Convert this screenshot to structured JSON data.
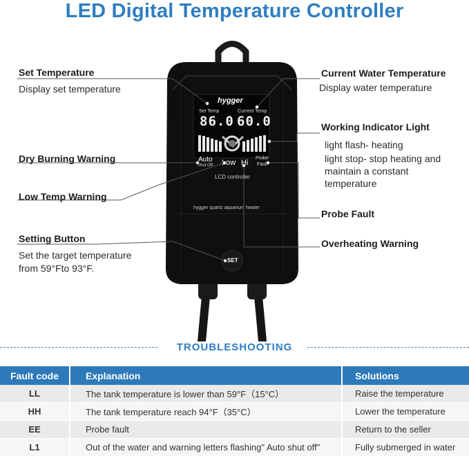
{
  "title": "LED Digital Temperature Controller",
  "callouts": {
    "set_temp": {
      "label": "Set Temperature",
      "desc": "Display set temperature"
    },
    "current_temp": {
      "label": "Current Water Temperature",
      "desc": "Display water temperature"
    },
    "working_light": {
      "label": "Working Indicator Light",
      "desc1": "light flash- heating",
      "desc2": "light stop- stop heating and",
      "desc3": "maintain a constant",
      "desc4": "temperature"
    },
    "dry_burn": {
      "label": "Dry Burning Warning"
    },
    "low_temp": {
      "label": "Low Temp Warning"
    },
    "probe_fault": {
      "label": "Probe Fault"
    },
    "setting_button": {
      "label": "Setting Button",
      "desc1": "Set the target temperature",
      "desc2": "from 59°Fto 93°F."
    },
    "overheating": {
      "label": "Overheating Warning"
    }
  },
  "device": {
    "brand": "hygger",
    "set_temp_label": "Set Temp",
    "current_temp_label": "Current Temp",
    "set_temp_value": "86.0",
    "current_temp_value": "60.0",
    "auto_label": "Auto",
    "shut_off_label": "Shut Off",
    "low_label": "Low",
    "hi_label": "Hi",
    "probe_label": "Probe",
    "fault_label": "Fault",
    "lcd_label": "LCD controller",
    "product_label": "hygger quartz aquarium heater",
    "set_button": "SET"
  },
  "troubleshooting": {
    "heading": "TROUBLESHOOTING",
    "columns": [
      "Fault code",
      "Explanation",
      "Solutions"
    ],
    "rows": [
      {
        "code": "LL",
        "explanation": "The tank temperature is lower than 59°F（15°C）",
        "solution": "Raise the temperature"
      },
      {
        "code": "HH",
        "explanation": "The tank temperature reach 94°F（35°C）",
        "solution": "Lower the temperature"
      },
      {
        "code": "EE",
        "explanation": "Probe fault",
        "solution": "Return to the seller"
      },
      {
        "code": "L1",
        "explanation": "Out of the water and warning letters flashing\" Auto shut off\"",
        "solution": "Fully submerged in water"
      }
    ]
  },
  "colors": {
    "accent": "#2f7ec1",
    "table_header": "#2e79b9",
    "device_body": "#111111"
  }
}
